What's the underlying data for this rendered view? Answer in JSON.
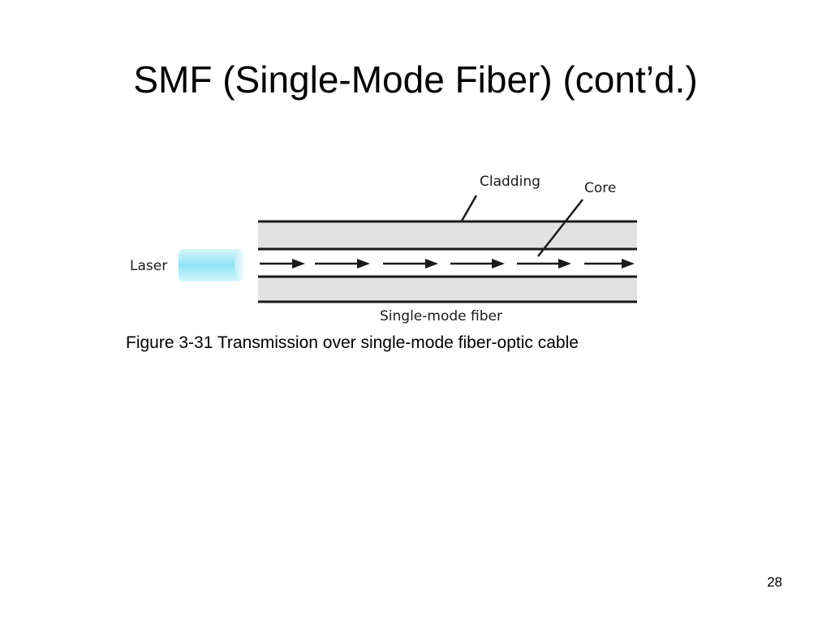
{
  "slide": {
    "title": "SMF (Single-Mode Fiber) (cont’d.)",
    "page_number": "28"
  },
  "figure": {
    "labels": {
      "cladding": "Cladding",
      "core": "Core",
      "laser": "Laser",
      "fiber": "Single-mode fiber"
    },
    "caption": "Figure 3-31 Transmission over single-mode fiber-optic cable",
    "colors": {
      "cladding_fill": "#e2e2e2",
      "laser_glow": "#a8eaf7",
      "line": "#1a1a1a"
    }
  }
}
